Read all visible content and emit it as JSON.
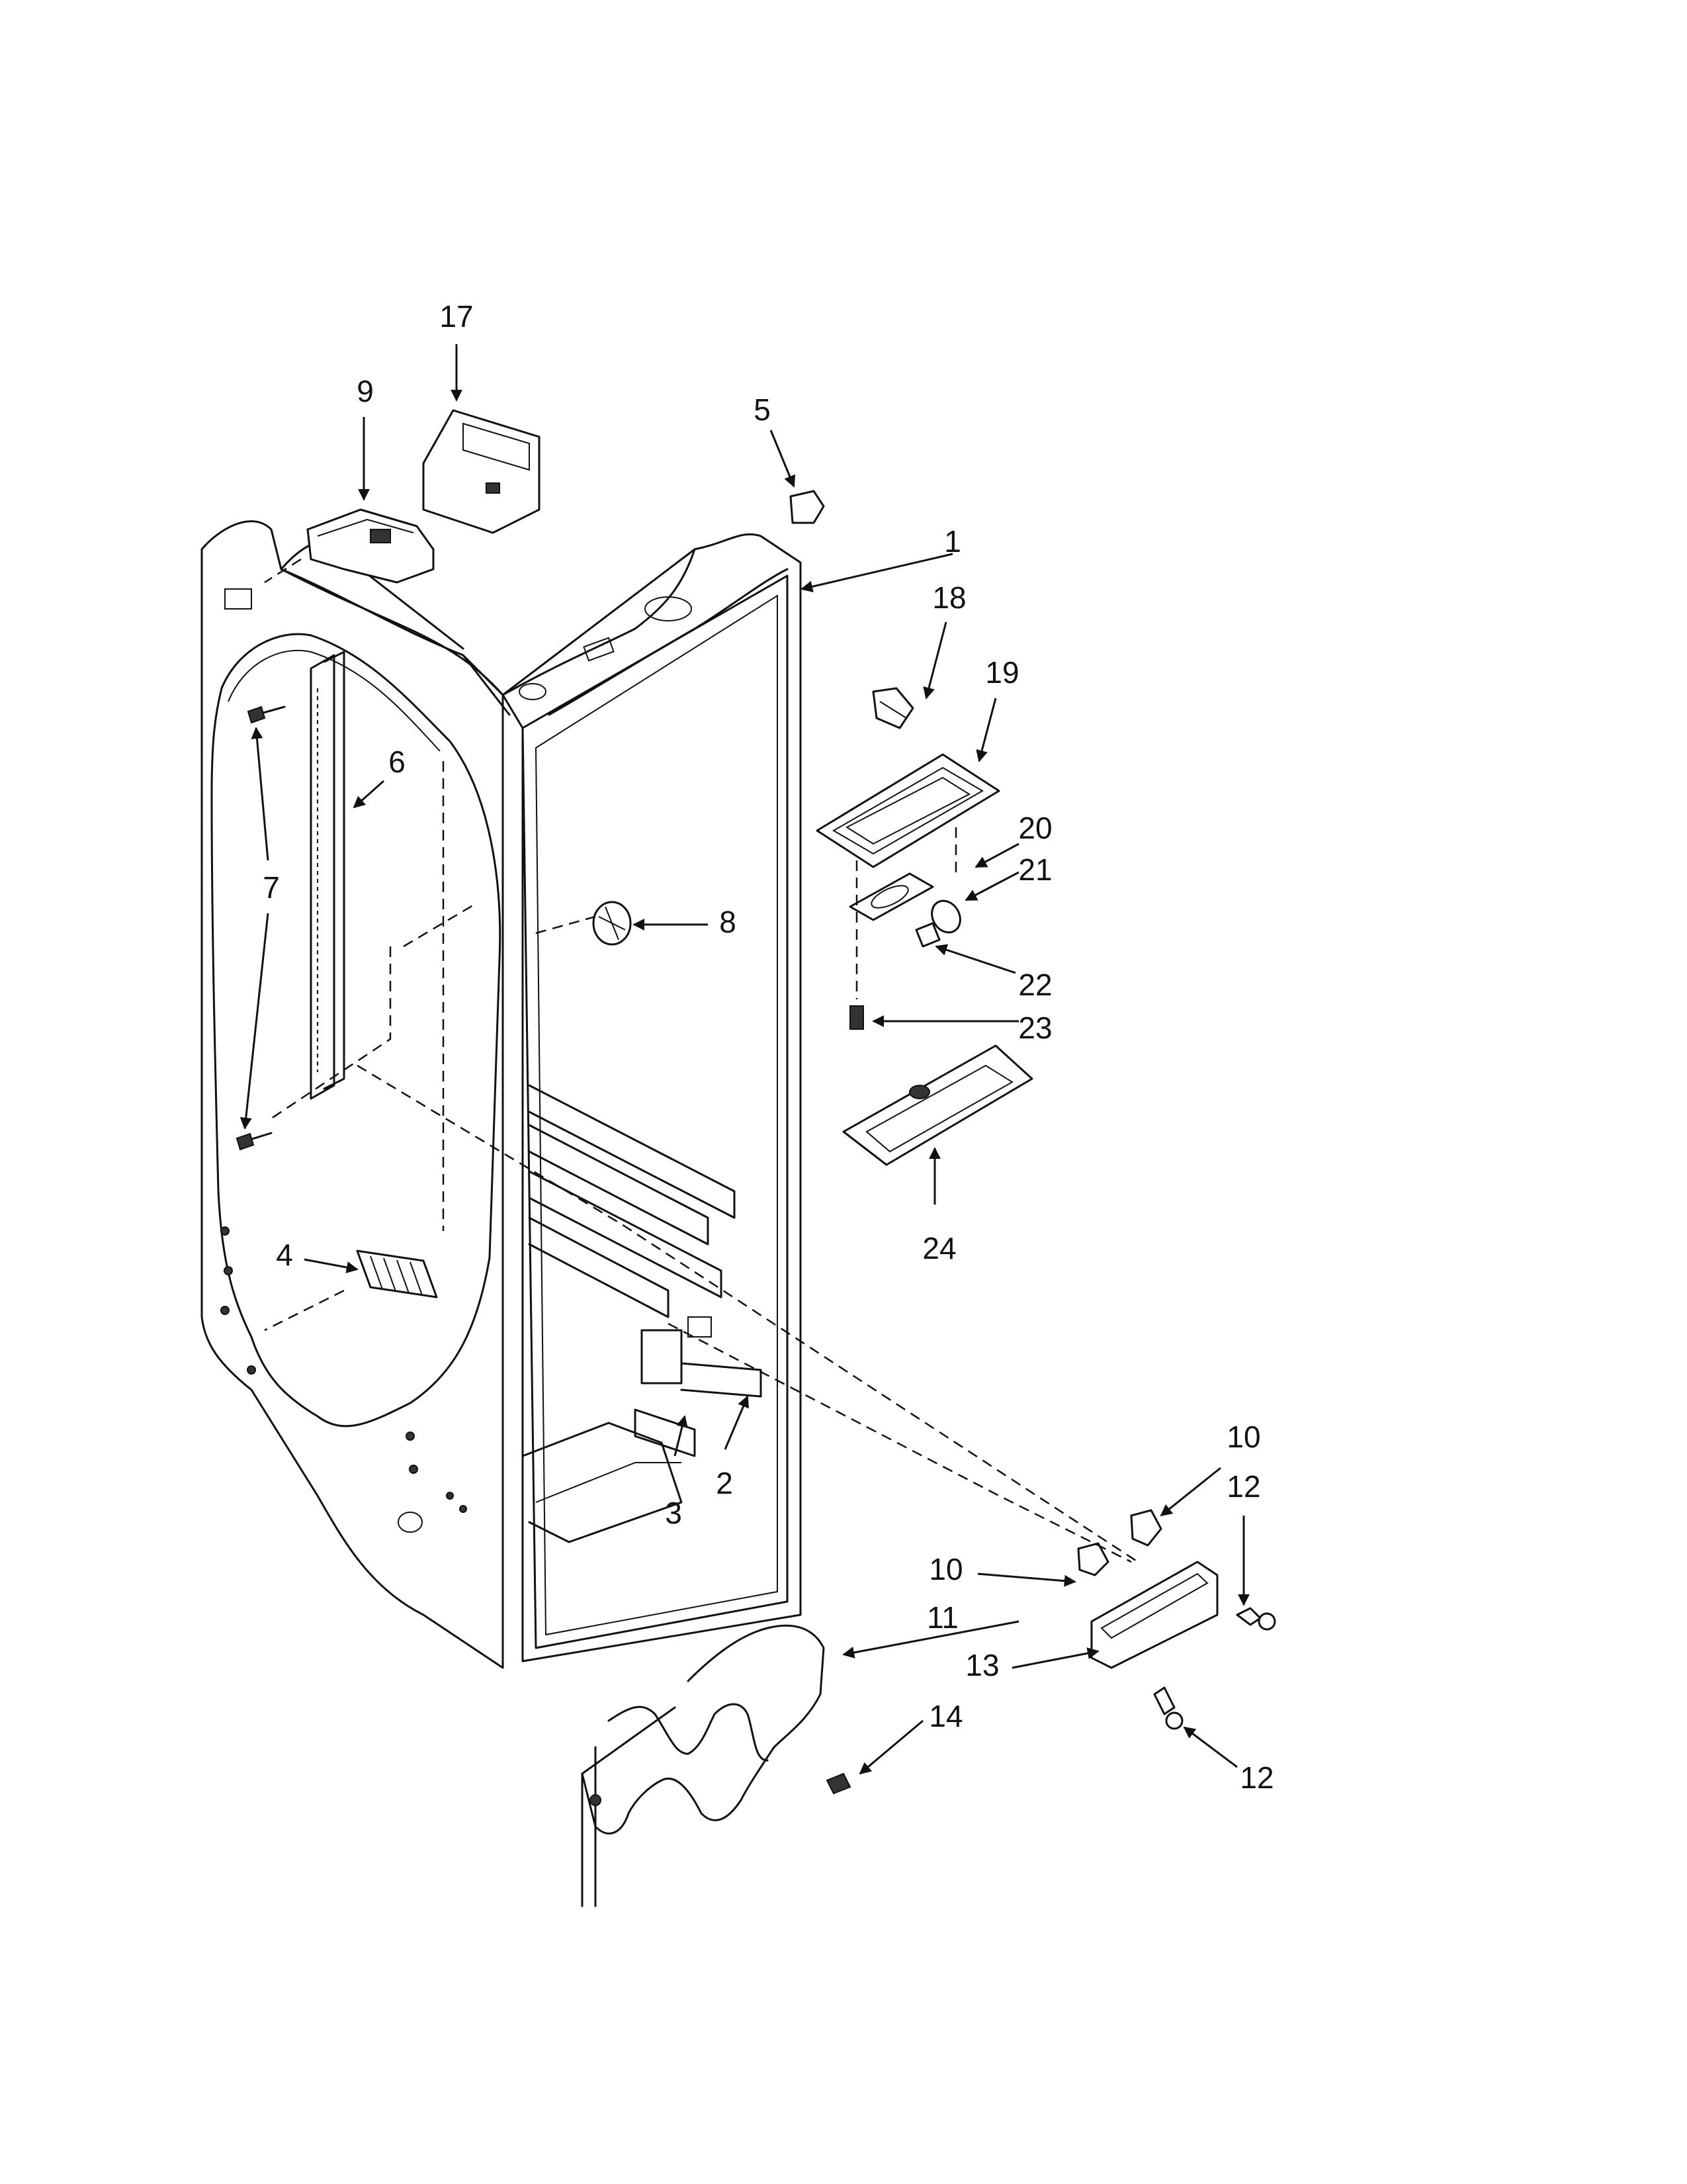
{
  "callouts": {
    "c1": "1",
    "c2": "2",
    "c3": "3",
    "c4": "4",
    "c5": "5",
    "c6": "6",
    "c7": "7",
    "c8": "8",
    "c9": "9",
    "c10a": "10",
    "c10b": "10",
    "c11": "11",
    "c12a": "12",
    "c12b": "12",
    "c13": "13",
    "c14": "14",
    "c17": "17",
    "c18": "18",
    "c19": "19",
    "c20": "20",
    "c21": "21",
    "c22": "22",
    "c23": "23",
    "c24": "24"
  }
}
